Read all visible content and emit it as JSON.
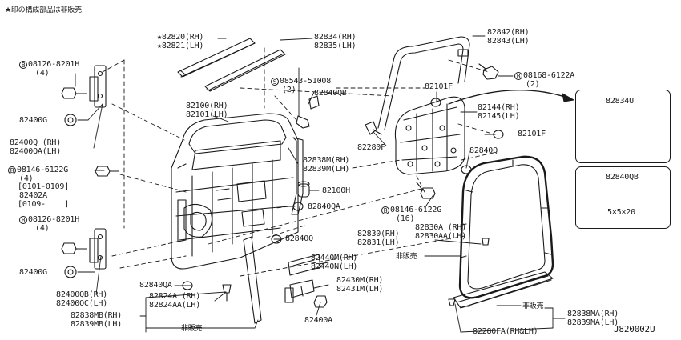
{
  "header_note": "★印の構成部品は非販売",
  "diagram_code": "J820002U",
  "labels": {
    "bolt_08126_upper": "08126-8201H",
    "qty_4_a": "(4)",
    "p82400g_upper": "82400G",
    "p82400q_rh": "82400Q (RH)",
    "p82400qa_lh": "82400QA(LH)",
    "bolt_08146_left": "08146-6122G",
    "qty_4_b": "(4)",
    "date_range_a": "[0101-0109]",
    "p82402a": "82402A",
    "date_range_b": "[0109-    ]",
    "bolt_08126_lower": "08126-8201H",
    "qty_4_c": "(4)",
    "p82400g_lower": "82400G",
    "p82400qb_rh": "82400QB(RH)",
    "p82400qc_lh": "82400QC(LH)",
    "p82820_rh": "★82820(RH)",
    "p82821_lh": "★82821(LH)",
    "p82834_rh": "82834(RH)",
    "p82835_lh": "82835(LH)",
    "screw_08543": "08543-51008",
    "qty_2_a": "(2)",
    "p82840qb": "82840QB",
    "p82100_rh": "82100(RH)",
    "p82101_lh": "82101(LH)",
    "p82838m_rh": "82838M(RH)",
    "p82839m_lh": "82839M(LH)",
    "p82100h": "82100H",
    "p82840qa_mid": "82840QA",
    "p82840q_mid": "82840Q",
    "p82440m_rh": "82440M(RH)",
    "p82440n_lh": "82440N(LH)",
    "p82430m_rh": "82430M(RH)",
    "p82431m_lh": "82431M(LH)",
    "p82400a": "82400A",
    "p82840qa_low": "82840QA",
    "p82824a_rh": "82824A (RH)",
    "p82824aa_lh": "82824AA(LH)",
    "p82838mb_rh": "82838MB(RH)",
    "p82839mb_lh": "82839MB(LH)",
    "not_sold_a": "非販売",
    "p82842_rh": "82842(RH)",
    "p82843_lh": "82843(LH)",
    "bolt_08168": "08168-6122A",
    "qty_2_b": "(2)",
    "p82101f_top": "82101F",
    "p82144_rh": "82144(RH)",
    "p82145_lh": "82145(LH)",
    "p82101f_right": "82101F",
    "p82280f": "82280F",
    "p82840q_right": "82840Q",
    "bolt_08146_right": "08146-6122G",
    "qty_16": "(16)",
    "p82830a_rh": "82830A (RH)",
    "p82830aa_lh": "82830AA(LH)",
    "p82830_rh": "82830(RH)",
    "p82831_lh": "82831(LH)",
    "not_sold_b": "非販売",
    "not_sold_c": "非販売",
    "p82838ma_rh": "82838MA(RH)",
    "p82839ma_lh": "82839MA(LH)",
    "p82280fa": "82280FA(RH&LH)",
    "inset_82834u": "82834U",
    "inset_82840qb": "82840QB",
    "inset_size": "5×5×20",
    "bolt_prefix": "B",
    "screw_prefix": "S"
  },
  "colors": {
    "ink": "#1a1a1a",
    "background": "#ffffff"
  }
}
